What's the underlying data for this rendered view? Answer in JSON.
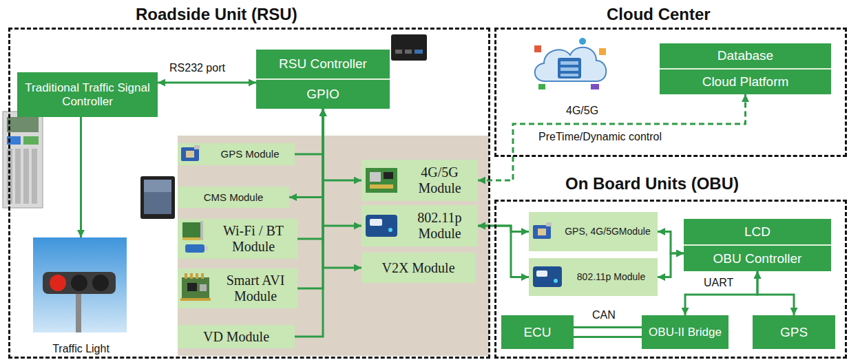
{
  "diagram": {
    "nodes": [
      {
        "text": [
          "Roadside Unit (RSU)"
        ]
      },
      {
        "text": [
          "Traditional Traffic Signal Controller"
        ],
        "in": 0
      },
      {
        "text": [
          "RSU Controller",
          "GPIO"
        ],
        "in": 0
      },
      {
        "text": [
          "GPS Module"
        ],
        "in": 0
      },
      {
        "text": [
          "CMS Module"
        ],
        "in": 0
      },
      {
        "text": [
          "Wi-Fi / BT Module"
        ],
        "in": 0
      },
      {
        "text": [
          "Smart AVI Module"
        ],
        "in": 0
      },
      {
        "text": [
          "VD Module"
        ],
        "in": 0
      },
      {
        "text": [
          "4G/5G Module"
        ],
        "in": 0
      },
      {
        "text": [
          "802.11p Module"
        ],
        "in": 0
      },
      {
        "text": [
          "V2X Module"
        ],
        "in": 0
      },
      {
        "text": [
          "Traffic Light"
        ],
        "in": 0
      },
      {
        "text": [
          "Cloud Center"
        ]
      },
      {
        "text": [
          "Database",
          "Cloud Platform"
        ],
        "in": 12
      },
      {
        "text": [
          "On Board Units (OBU)"
        ]
      },
      {
        "text": [
          "GPS, 4G/5GModule"
        ],
        "in": 14
      },
      {
        "text": [
          "802.11p Module"
        ],
        "in": 14
      },
      {
        "text": [
          "LCD",
          "OBU Controller"
        ],
        "in": 14
      },
      {
        "text": [
          "ECU"
        ],
        "in": 14
      },
      {
        "text": [
          "OBU-II Bridge"
        ],
        "in": 14
      },
      {
        "text": [
          "GPS"
        ],
        "in": 14
      }
    ],
    "edges": [
      {
        "from": 1,
        "to": 2,
        "arrow": "both",
        "label": "RS232 port"
      },
      {
        "from": 1,
        "to": 11,
        "arrow": "to"
      },
      {
        "from": 3,
        "to": 2,
        "arrow": "to"
      },
      {
        "from": 2,
        "to": 4,
        "arrow": "to"
      },
      {
        "from": 5,
        "to": 2,
        "arrow": "to"
      },
      {
        "from": 6,
        "to": 2,
        "arrow": "to"
      },
      {
        "from": 7,
        "to": 2,
        "arrow": "to"
      },
      {
        "from": 2,
        "to": 8,
        "arrow": "both"
      },
      {
        "from": 2,
        "to": 9,
        "arrow": "both"
      },
      {
        "from": 2,
        "to": 10,
        "arrow": "both"
      },
      {
        "from": 8,
        "to": 13,
        "arrow": "both",
        "label": "PreTime/Dynamic control"
      },
      {
        "from": 9,
        "to": 15,
        "arrow": "both"
      },
      {
        "from": 9,
        "to": 16,
        "arrow": "both"
      },
      {
        "from": 15,
        "to": 17,
        "arrow": "both"
      },
      {
        "from": 16,
        "to": 17,
        "arrow": "both"
      },
      {
        "from": 17,
        "to": 19,
        "arrow": "both",
        "label": "UART"
      },
      {
        "from": 17,
        "to": 20,
        "arrow": "both"
      },
      {
        "from": 18,
        "to": 19,
        "arrow": "none",
        "label": "CAN"
      }
    ],
    "labels": [
      "4G/5G"
    ]
  }
}
